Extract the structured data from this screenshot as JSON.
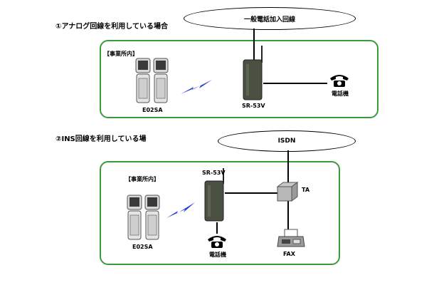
{
  "section1": {
    "title": "①アナログ回線を利用している場合",
    "network": "一般電話加入回線",
    "office_label": "【事業所内】",
    "handset_label": "E02SA",
    "router_label": "SR-53V",
    "phone_label": "電話機"
  },
  "section2": {
    "title": "②INS回線を利用している場",
    "network": "ISDN",
    "office_label": "【事業所内】",
    "handset_label": "E02SA",
    "router_label": "SR-53V",
    "ta_label": "TA",
    "phone_label": "電話機",
    "fax_label": "FAX"
  },
  "colors": {
    "frame": "#3a9a3a",
    "wireless": "#2a3ed8",
    "router": "#4a5042"
  }
}
